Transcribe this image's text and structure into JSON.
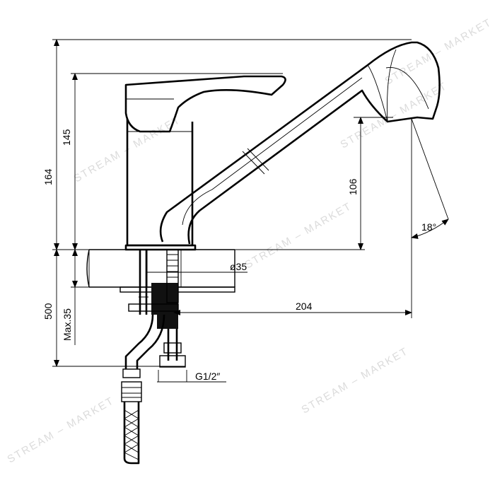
{
  "dimensions": {
    "total_height": "164",
    "body_height": "145",
    "spout_height": "106",
    "reach": "204",
    "below_counter": "500",
    "max_counter": "Max.35",
    "hole_diameter": "ø35",
    "thread": "G1/2″",
    "spray_angle": "18°"
  },
  "watermark": "STREAM – MARKET",
  "colors": {
    "line": "#000000",
    "watermark": "#9a9a9a"
  }
}
